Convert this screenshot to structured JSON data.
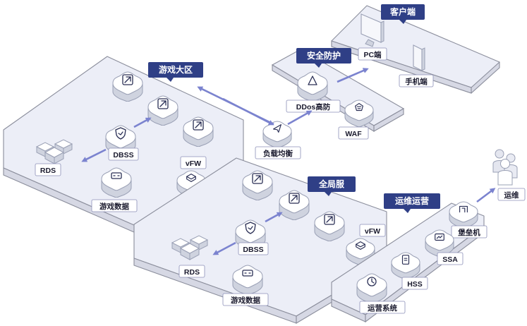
{
  "zones": {
    "client": {
      "title": "客户端",
      "pc": "PC端",
      "mobile": "手机端"
    },
    "security": {
      "title": "安全防护",
      "ddos": "DDos高防",
      "waf": "WAF"
    },
    "lb": {
      "label": "负载均衡"
    },
    "game_region": {
      "title": "游戏大区",
      "dbss": "DBSS",
      "rds": "RDS",
      "vfw": "vFW",
      "game_data": "游戏数据"
    },
    "global": {
      "title": "全局服",
      "dbss": "DBSS",
      "rds": "RDS",
      "vfw": "vFW",
      "game_data": "游戏数据"
    },
    "ops": {
      "title": "运维运营",
      "bastion": "堡垒机",
      "ssa": "SSA",
      "hss": "HSS",
      "ops_system": "运营系统"
    },
    "operator": {
      "label": "运维"
    }
  },
  "icons": {
    "server": "server-icon",
    "shield": "shield-icon",
    "database": "database-cluster-icon",
    "firewall": "firewall-icon",
    "storage": "game-data-icon",
    "monitor": "pc-monitor-icon",
    "phone": "mobile-phone-icon",
    "triangle": "ddos-icon",
    "waf": "waf-icon",
    "balancer": "load-balancer-icon",
    "people": "operators-icon"
  },
  "colors": {
    "badge": "#2f3f86",
    "arrow": "#7b83cf",
    "plate": "#eceef7"
  }
}
